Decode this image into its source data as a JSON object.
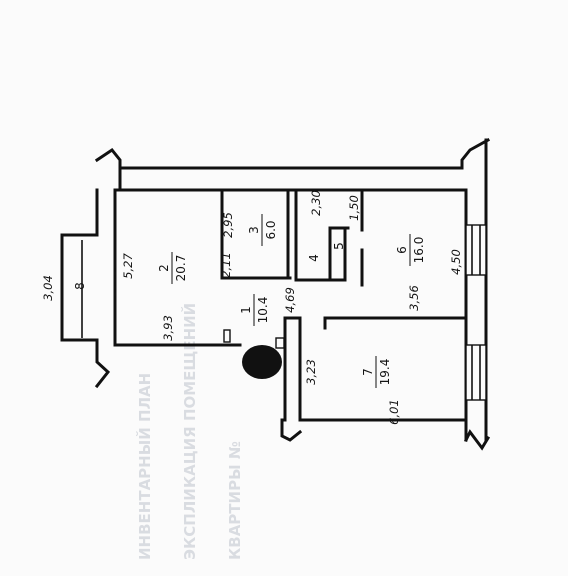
{
  "background_stamp": [
    "ИНВЕНТАРНЫЙ ПЛАН",
    "ЭКСПЛИКАЦИЯ ПОМЕЩЕНИЙ",
    "КВАРТИРЫ №"
  ],
  "rooms": [
    {
      "num": "1",
      "area": "10.4"
    },
    {
      "num": "2",
      "area": "20.7"
    },
    {
      "num": "3",
      "area": "6.0"
    },
    {
      "num": "4",
      "area": ""
    },
    {
      "num": "5",
      "area": ""
    },
    {
      "num": "6",
      "area": "16.0"
    },
    {
      "num": "7",
      "area": "19.4"
    },
    {
      "num": "8",
      "area": ""
    }
  ],
  "dimensions": {
    "d_304": "3,04",
    "d_527": "5,27",
    "d_393": "3,93",
    "d_295": "2,95",
    "d_211": "2,11",
    "d_469": "4,69",
    "d_230": "2,30",
    "d_150": "1,50",
    "d_450": "4,50",
    "d_356": "3,56",
    "d_323": "3,23",
    "d_601": "6,01"
  }
}
